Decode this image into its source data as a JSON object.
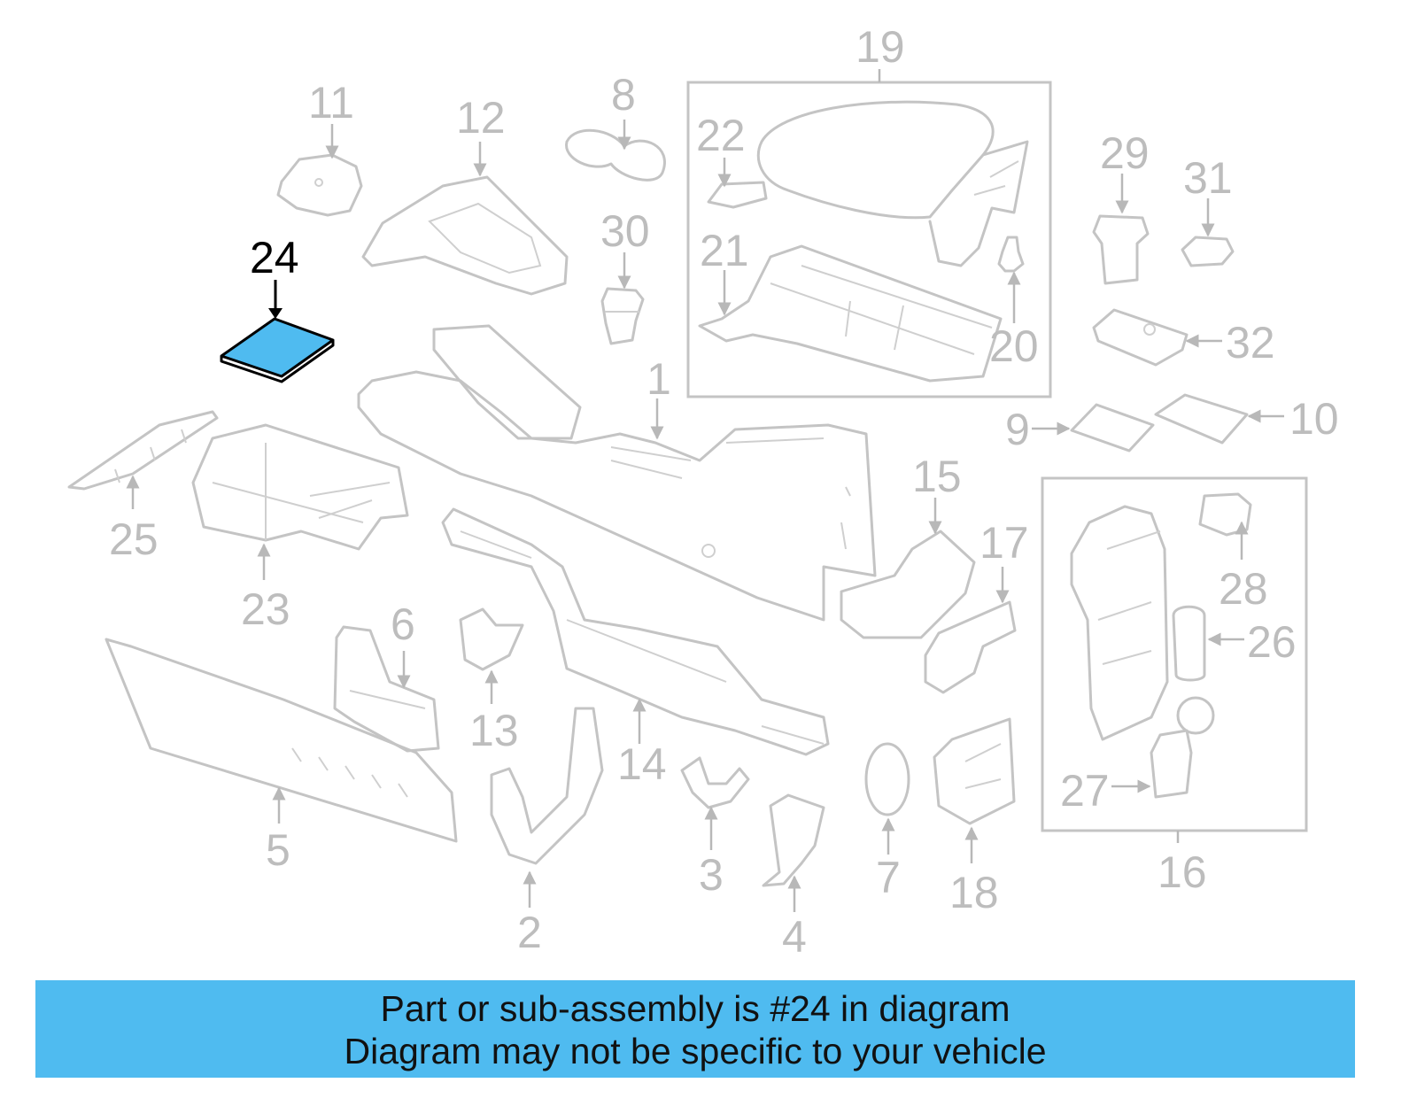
{
  "highlight": {
    "part_number": "24",
    "color": "#4fbbf0"
  },
  "labels": [
    "1",
    "2",
    "3",
    "4",
    "5",
    "6",
    "7",
    "8",
    "9",
    "10",
    "11",
    "12",
    "13",
    "14",
    "15",
    "16",
    "17",
    "18",
    "19",
    "20",
    "21",
    "22",
    "23",
    "25",
    "26",
    "27",
    "28",
    "29",
    "30",
    "31",
    "32"
  ],
  "banner": {
    "line1": "Part or sub-assembly is #24 in diagram",
    "line2": "Diagram may not be specific to your vehicle",
    "color": "#4fbbf0"
  }
}
